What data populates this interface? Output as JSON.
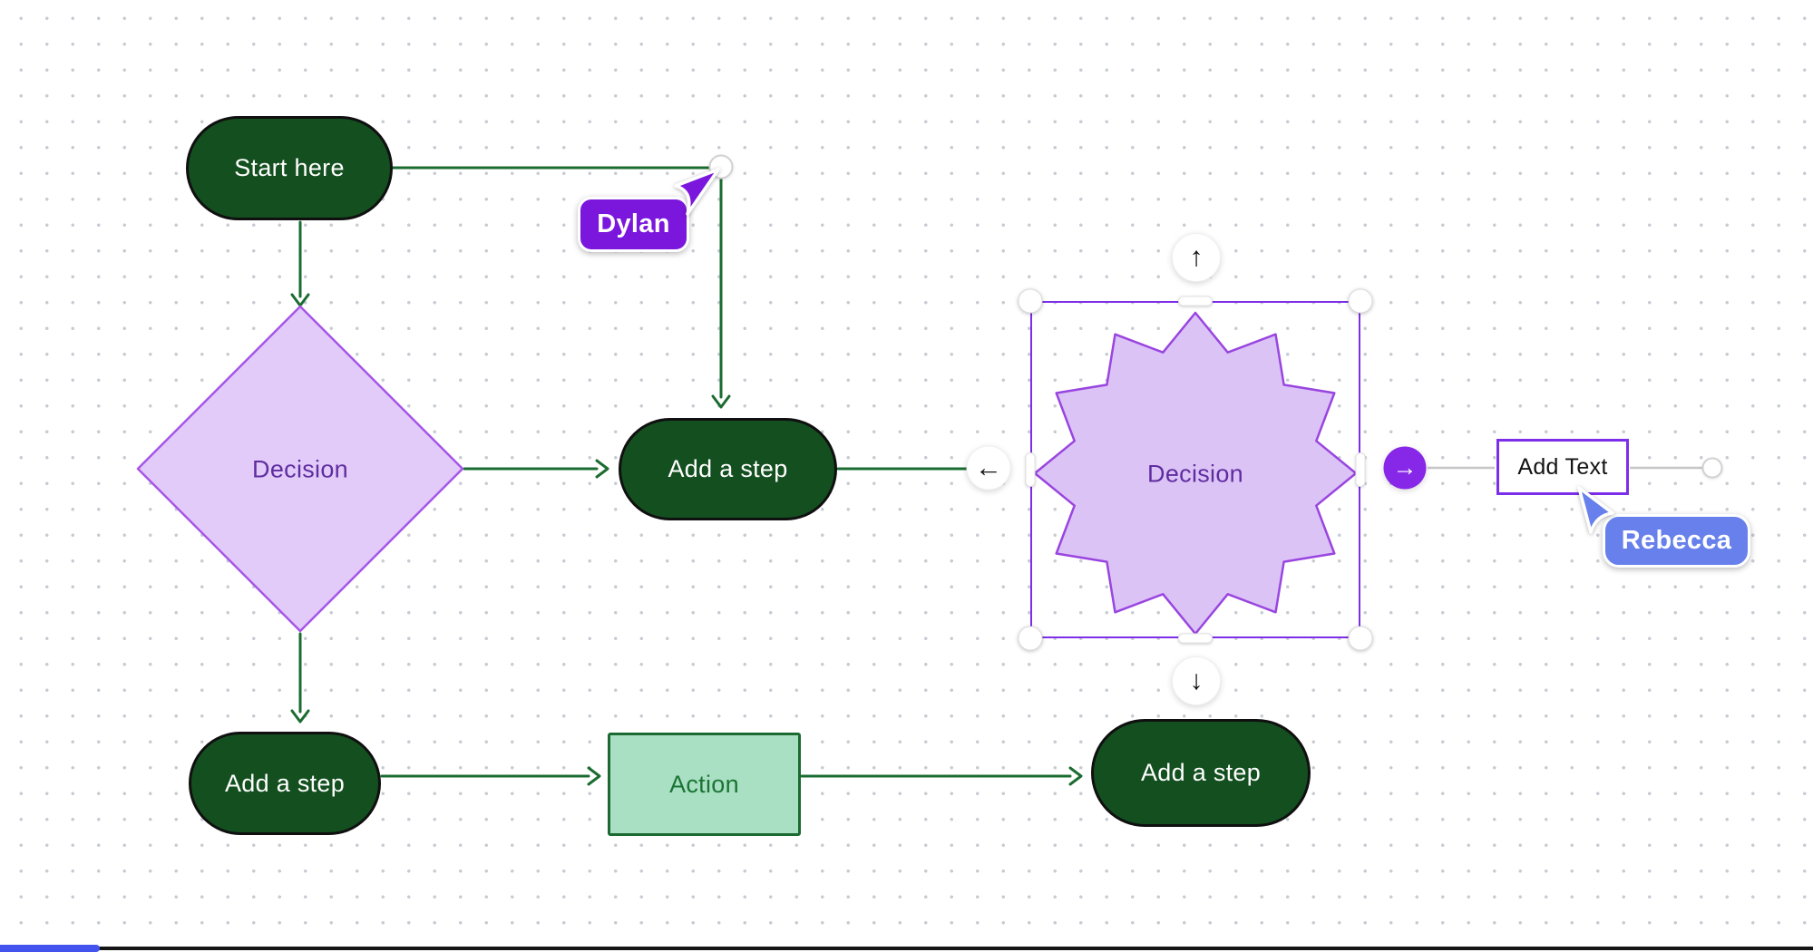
{
  "app": {
    "type": "whiteboard-flowchart-editor"
  },
  "canvas": {
    "background": "#FFFFFF",
    "dot_color": "#C7CCD3"
  },
  "colors": {
    "terminator_fill": "#134F1F",
    "terminator_border": "#101010",
    "terminator_text": "#FFFFFF",
    "connector_green": "#1B6C31",
    "connector_gray": "#C6C6C6",
    "decision_diamond_fill": "#E2CBF9",
    "decision_diamond_border": "#A656E8",
    "decision_star_fill": "#DCC3F6",
    "decision_star_border": "#9945DF",
    "shape_text_purple": "#5F2DA0",
    "action_fill": "#A9DFC2",
    "action_border": "#1A6A31",
    "action_text": "#1A7434",
    "selection_purple": "#7D2EE8",
    "accent_circle_purple": "#8727E8",
    "dylan_purple": "#7B16DC",
    "rebecca_blue": "#6780EB",
    "presence_bar_blue": "#4353EE"
  },
  "nodes": {
    "start": {
      "label": "Start here",
      "shape": "terminator-pill"
    },
    "decision_diamond": {
      "label": "Decision",
      "shape": "diamond"
    },
    "step_middle": {
      "label": "Add a step",
      "shape": "terminator-pill"
    },
    "decision_star": {
      "label": "Decision",
      "shape": "12-point-star",
      "selected": true
    },
    "add_text": {
      "label": "Add Text",
      "shape": "text-box"
    },
    "step_bottom_left": {
      "label": "Add a step",
      "shape": "terminator-pill"
    },
    "action": {
      "label": "Action",
      "shape": "rectangle"
    },
    "step_bottom_right": {
      "label": "Add a step",
      "shape": "terminator-pill"
    }
  },
  "selection_controls": {
    "up_glyph": "↑",
    "down_glyph": "↓",
    "left_glyph": "←",
    "right_glyph": "→"
  },
  "collaborators": [
    {
      "name": "Dylan",
      "color": "#7B16DC"
    },
    {
      "name": "Rebecca",
      "color": "#6780EB"
    }
  ]
}
